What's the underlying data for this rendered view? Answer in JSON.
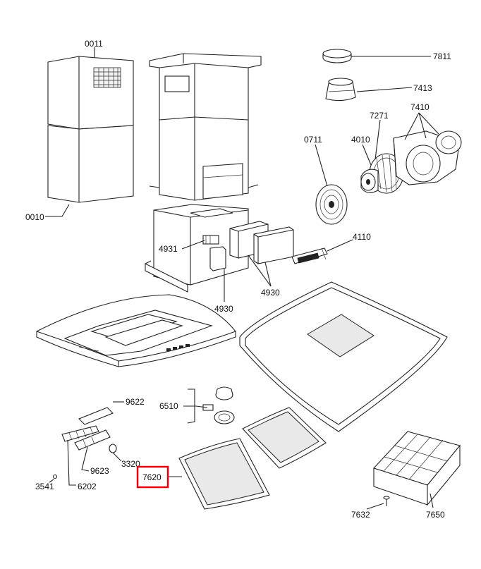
{
  "highlight": {
    "color": "#e0000f",
    "label": "7620"
  },
  "labels": {
    "l0011": "0011",
    "l0010": "0010",
    "l7811": "7811",
    "l7413": "7413",
    "l7271": "7271",
    "l7410": "7410",
    "l0711": "0711",
    "l4010": "4010",
    "l4931": "4931",
    "l4110": "4110",
    "l4930a": "4930",
    "l4930b": "4930",
    "l9622": "9622",
    "l6510": "6510",
    "l9623": "9623",
    "l3320": "3320",
    "l3541": "3541",
    "l6202": "6202",
    "l7620": "7620",
    "l7632": "7632",
    "l7650": "7650"
  }
}
